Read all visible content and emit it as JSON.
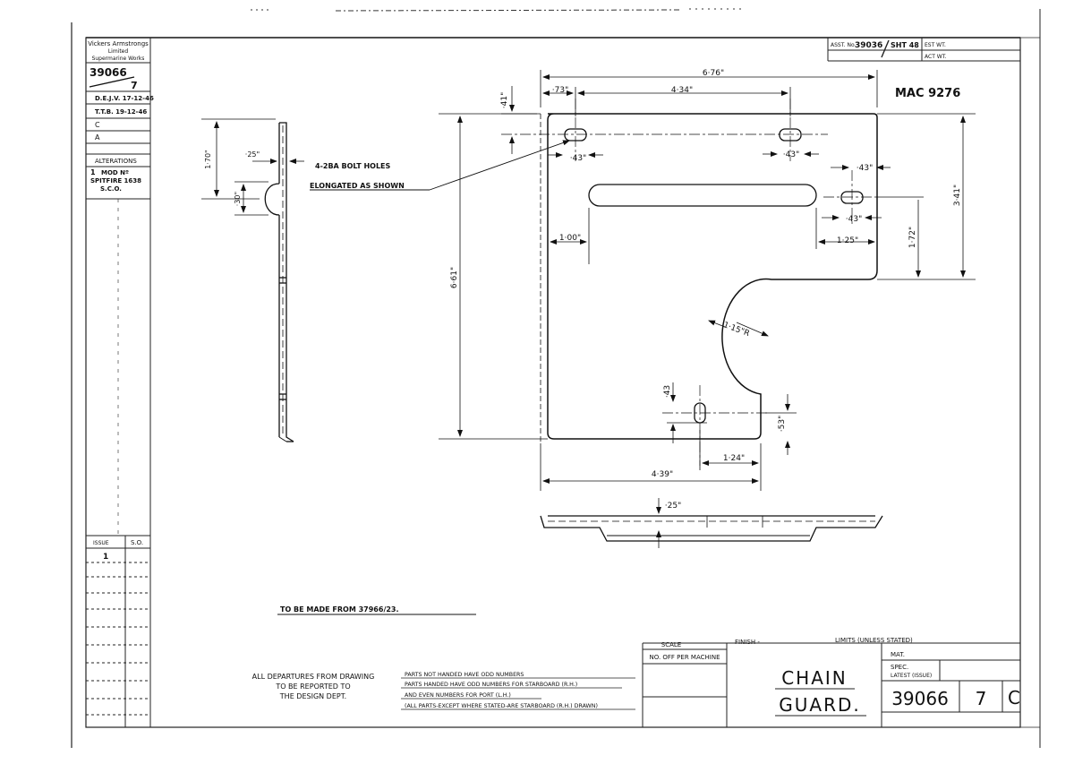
{
  "title_block": {
    "company_line1": "Vickers Armstrongs",
    "company_line2": "Limited",
    "company_line3": "Supermarine Works",
    "drawing_no": "39066",
    "sheet_no": "7",
    "drawn": "D.E.J.V. 17-12-46",
    "traced": "T.T.B. 19-12-46",
    "checked": "C",
    "approved": "A",
    "alterations_label": "ALTERATIONS",
    "alteration_issue": "1",
    "alteration_text1": "MOD Nº",
    "alteration_text2": "SPITFIRE 1638",
    "alteration_text3": "S.C.O.",
    "issue_label": "ISSUE",
    "issue_initials": "S.O.",
    "issue_entry": "1"
  },
  "assembly": {
    "label": "ASST. No.",
    "value": "39036",
    "sheet": "SHT 48",
    "est_wt": "EST WT.",
    "act_wt": "ACT WT."
  },
  "mac_number": "MAC 9276",
  "note_bolt_line1": "4-2BA  BOLT  HOLES",
  "note_bolt_line2": "ELONGATED  AS  SHOWN",
  "note_material": "TO  BE  MADE  FROM  37966/23.",
  "dimensions": {
    "overall_width": "6·76\"",
    "d073": "·73\"",
    "d434": "4·34\"",
    "d041": "·41\"",
    "slot_a": "·43\"",
    "slot_b": "·43\"",
    "slot_c": "·43\"",
    "slot_d": "·43\"",
    "d100": "1·00\"",
    "d125": "1·25\"",
    "d172": "1·72\"",
    "d341": "3·41\"",
    "d661": "6·61\"",
    "radius": "1·15\"R",
    "d043": "·43",
    "d053": "·53\"",
    "d124": "1·24\"",
    "d439": "4·39\"",
    "d025_bottom": "·25\"",
    "side_d170": "1·70\"",
    "side_d025": "·25\"",
    "side_d030": "·30\""
  },
  "departures_line1": "ALL DEPARTURES FROM DRAWING",
  "departures_line2": "TO BE REPORTED TO",
  "departures_line3": "THE DESIGN DEPT.",
  "handing_notes": [
    "PARTS NOT HANDED HAVE ODD NUMBERS",
    "PARTS HANDED HAVE ODD NUMBERS FOR STARBOARD (R.H.)",
    "AND EVEN NUMBERS FOR PORT (L.H.)",
    "(ALL PARTS-EXCEPT WHERE STATED-ARE STARBOARD (R.H.) DRAWN)"
  ],
  "bottom_block": {
    "scale": "SCALE",
    "finish": "FINISH -",
    "limits": "LIMITS (UNLESS STATED)",
    "no_off": "NO. OFF PER MACHINE",
    "mat": "MAT.",
    "spec": "SPEC.",
    "latest_issue": "LATEST (ISSUE)",
    "title_line1": "CHAIN",
    "title_line2": "GUARD.",
    "drawing_no": "39066",
    "sheet_no": "7",
    "issue_letter": "C"
  }
}
